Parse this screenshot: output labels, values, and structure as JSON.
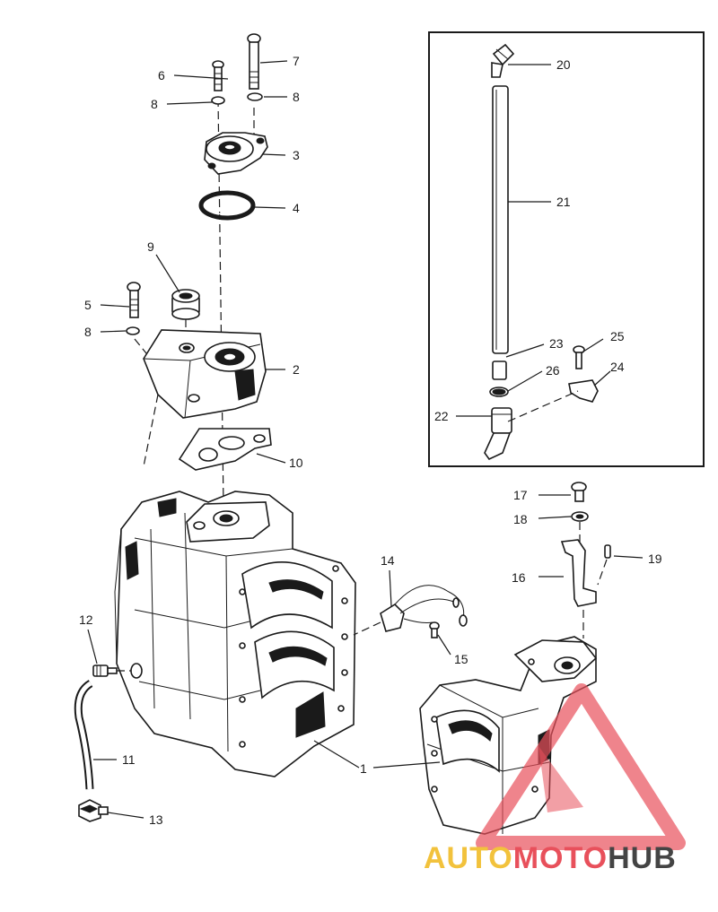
{
  "callouts": {
    "c1": "1",
    "c2": "2",
    "c3": "3",
    "c4": "4",
    "c5": "5",
    "c6": "6",
    "c7": "7",
    "c8a": "8",
    "c8b": "8",
    "c8c": "8",
    "c9": "9",
    "c10": "10",
    "c11": "11",
    "c12": "12",
    "c13": "13",
    "c14": "14",
    "c15": "15",
    "c16": "16",
    "c17": "17",
    "c18": "18",
    "c19": "19",
    "c20": "20",
    "c21": "21",
    "c22": "22",
    "c23": "23",
    "c24": "24",
    "c25": "25",
    "c26": "26"
  },
  "watermark": {
    "part1": "AUTO",
    "part2": "MOTO",
    "part3": "HUB",
    "color1": "#f2c23c",
    "color2": "#e8505b",
    "color3": "#444444"
  }
}
